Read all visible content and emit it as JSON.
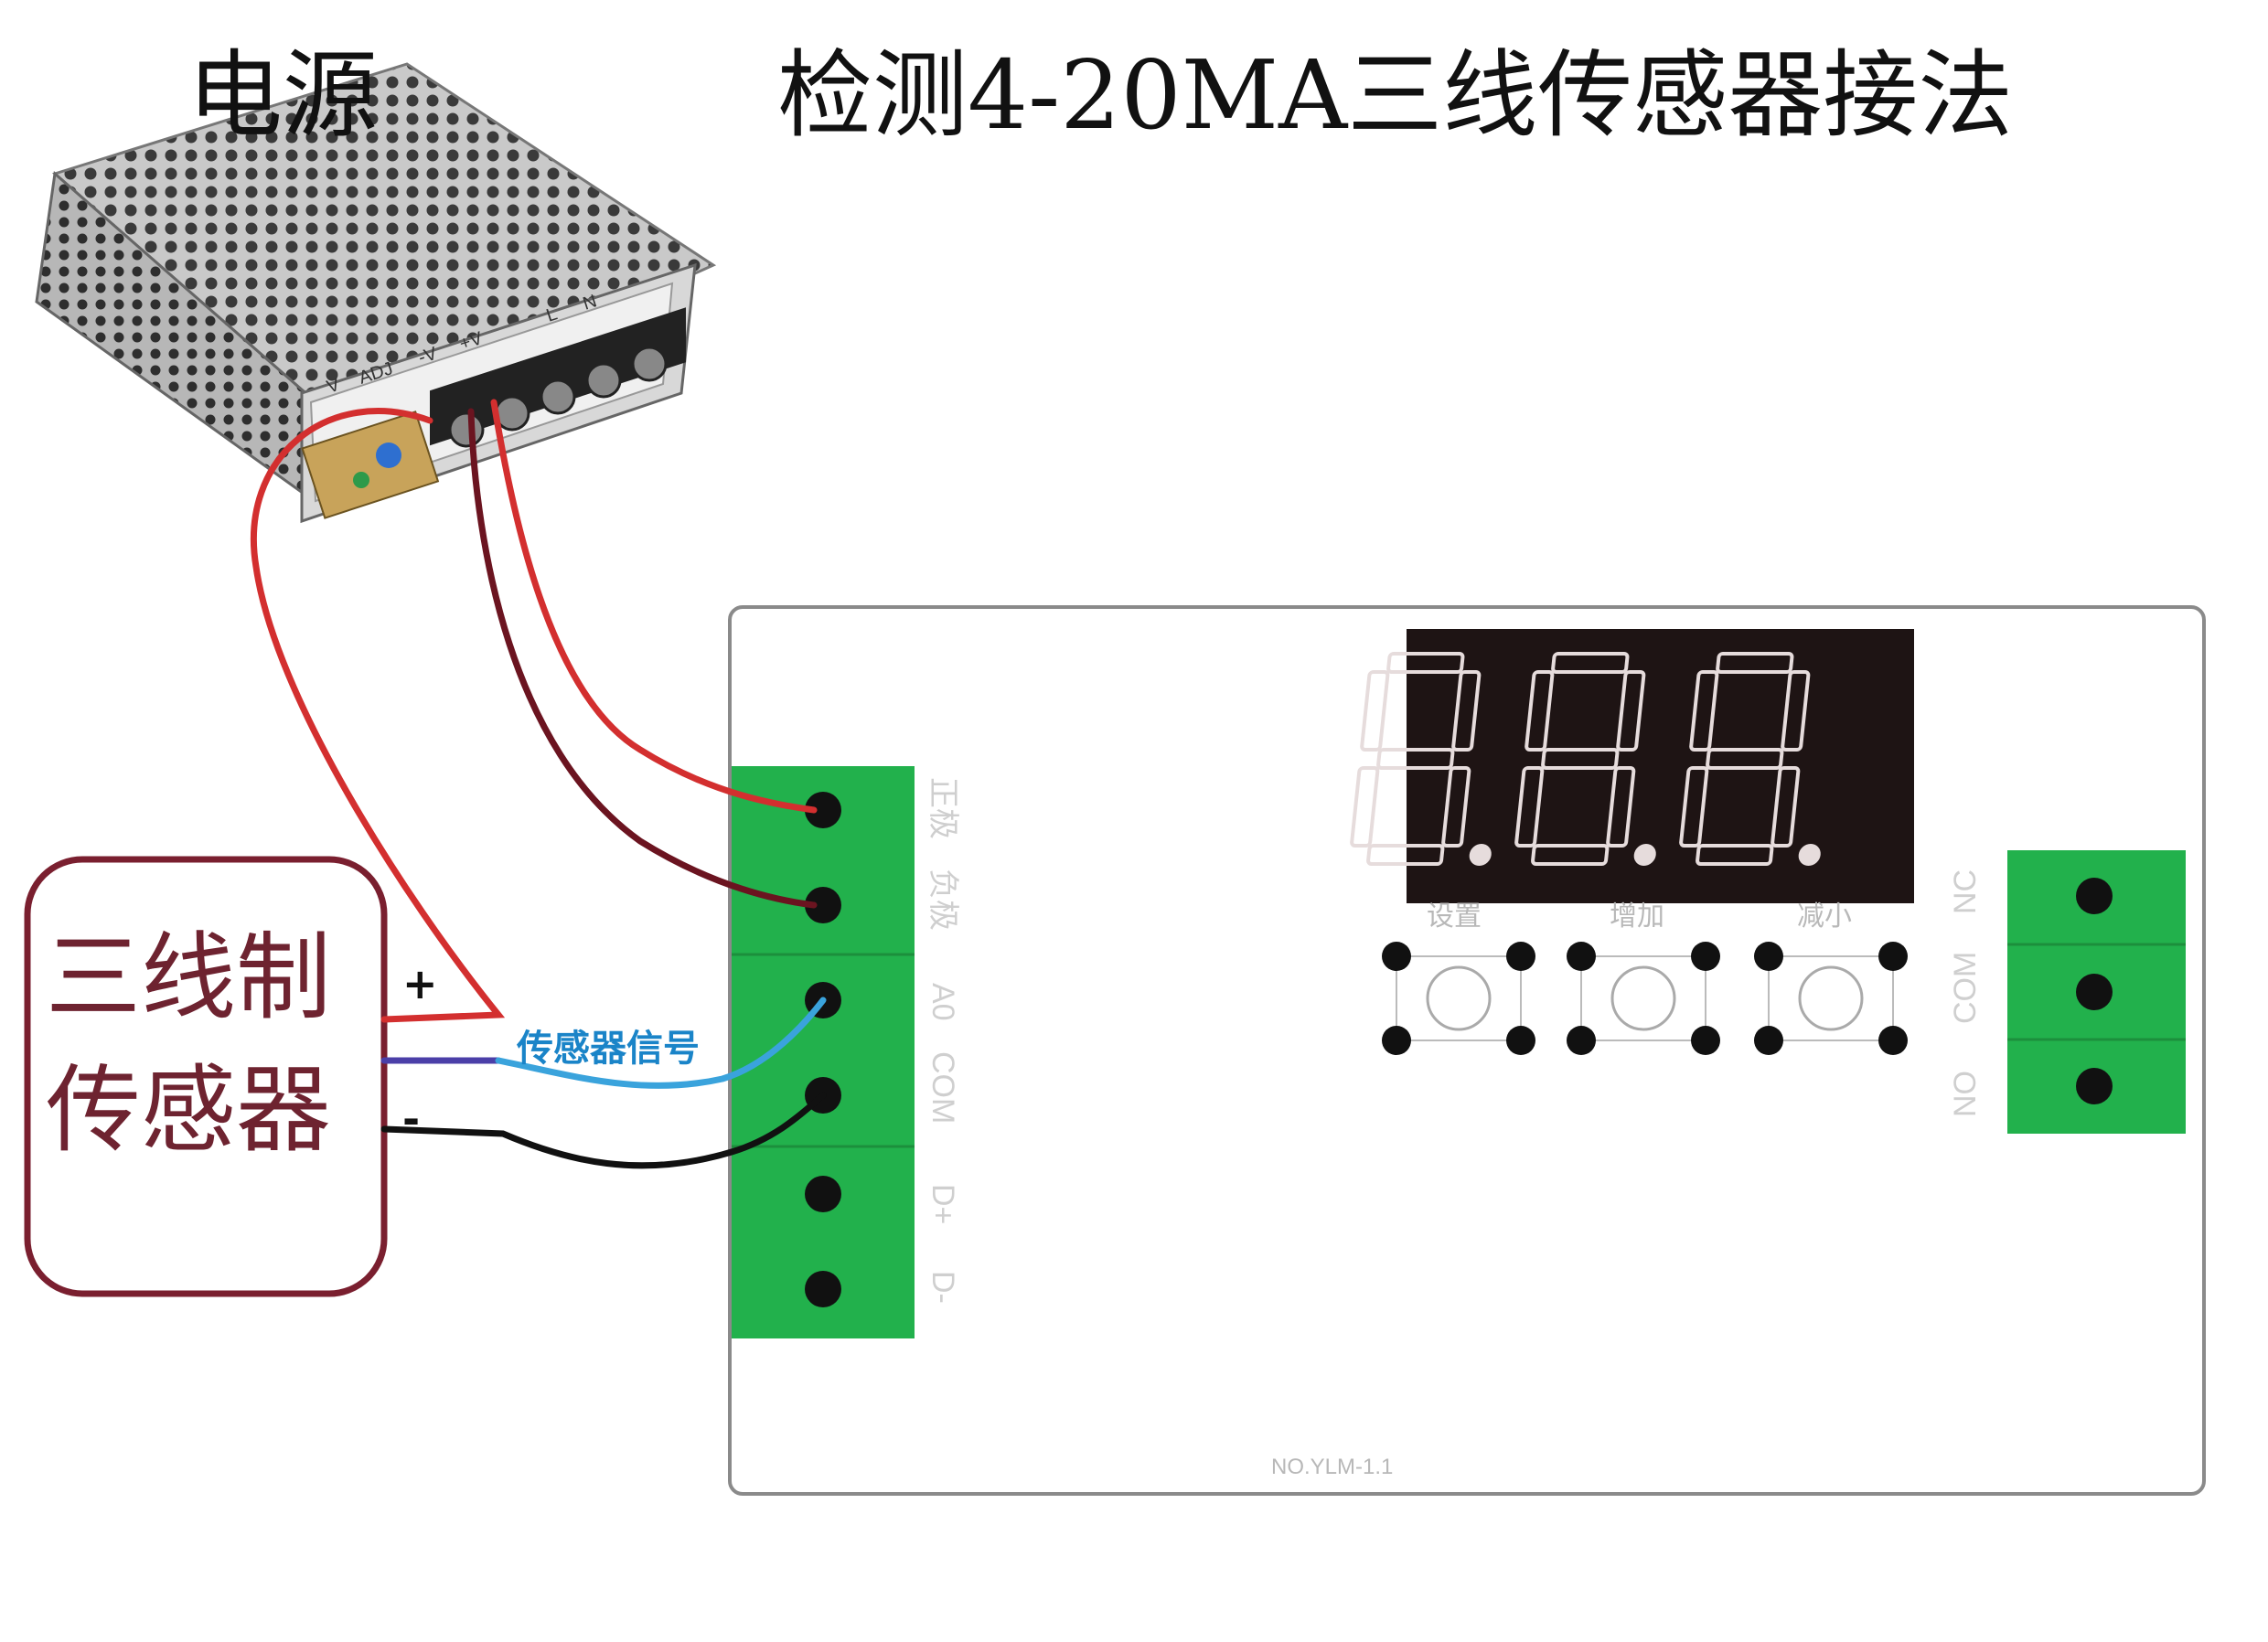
{
  "title": "检测4-20MA三线传感器接法",
  "power_supply": {
    "label": "电源",
    "terminal_print": [
      "V",
      "ADJ",
      "-V",
      "+V",
      "L",
      "N"
    ]
  },
  "sensor": {
    "line1": "三线制",
    "line2": "传感器",
    "plus": "+",
    "minus": "-",
    "signal_label": "传感器信号"
  },
  "board": {
    "left_terminals": [
      "正极",
      "负极",
      "A0",
      "COM",
      "D+",
      "D-"
    ],
    "right_terminals": [
      "NC",
      "COM",
      "NO"
    ],
    "buttons": [
      "设置",
      "增加",
      "减小"
    ],
    "model": "NO.YLM-1.1",
    "display_digits": [
      "8.",
      "8.",
      "8."
    ]
  },
  "colors": {
    "terminal_green": "#22b14c",
    "wire_red": "#d32f2f",
    "wire_dark_red": "#6b1420",
    "wire_blue": "#3aa3dc",
    "wire_purple": "#4b3fa8",
    "wire_black": "#111111",
    "sensor_border": "#7a1f2f"
  }
}
